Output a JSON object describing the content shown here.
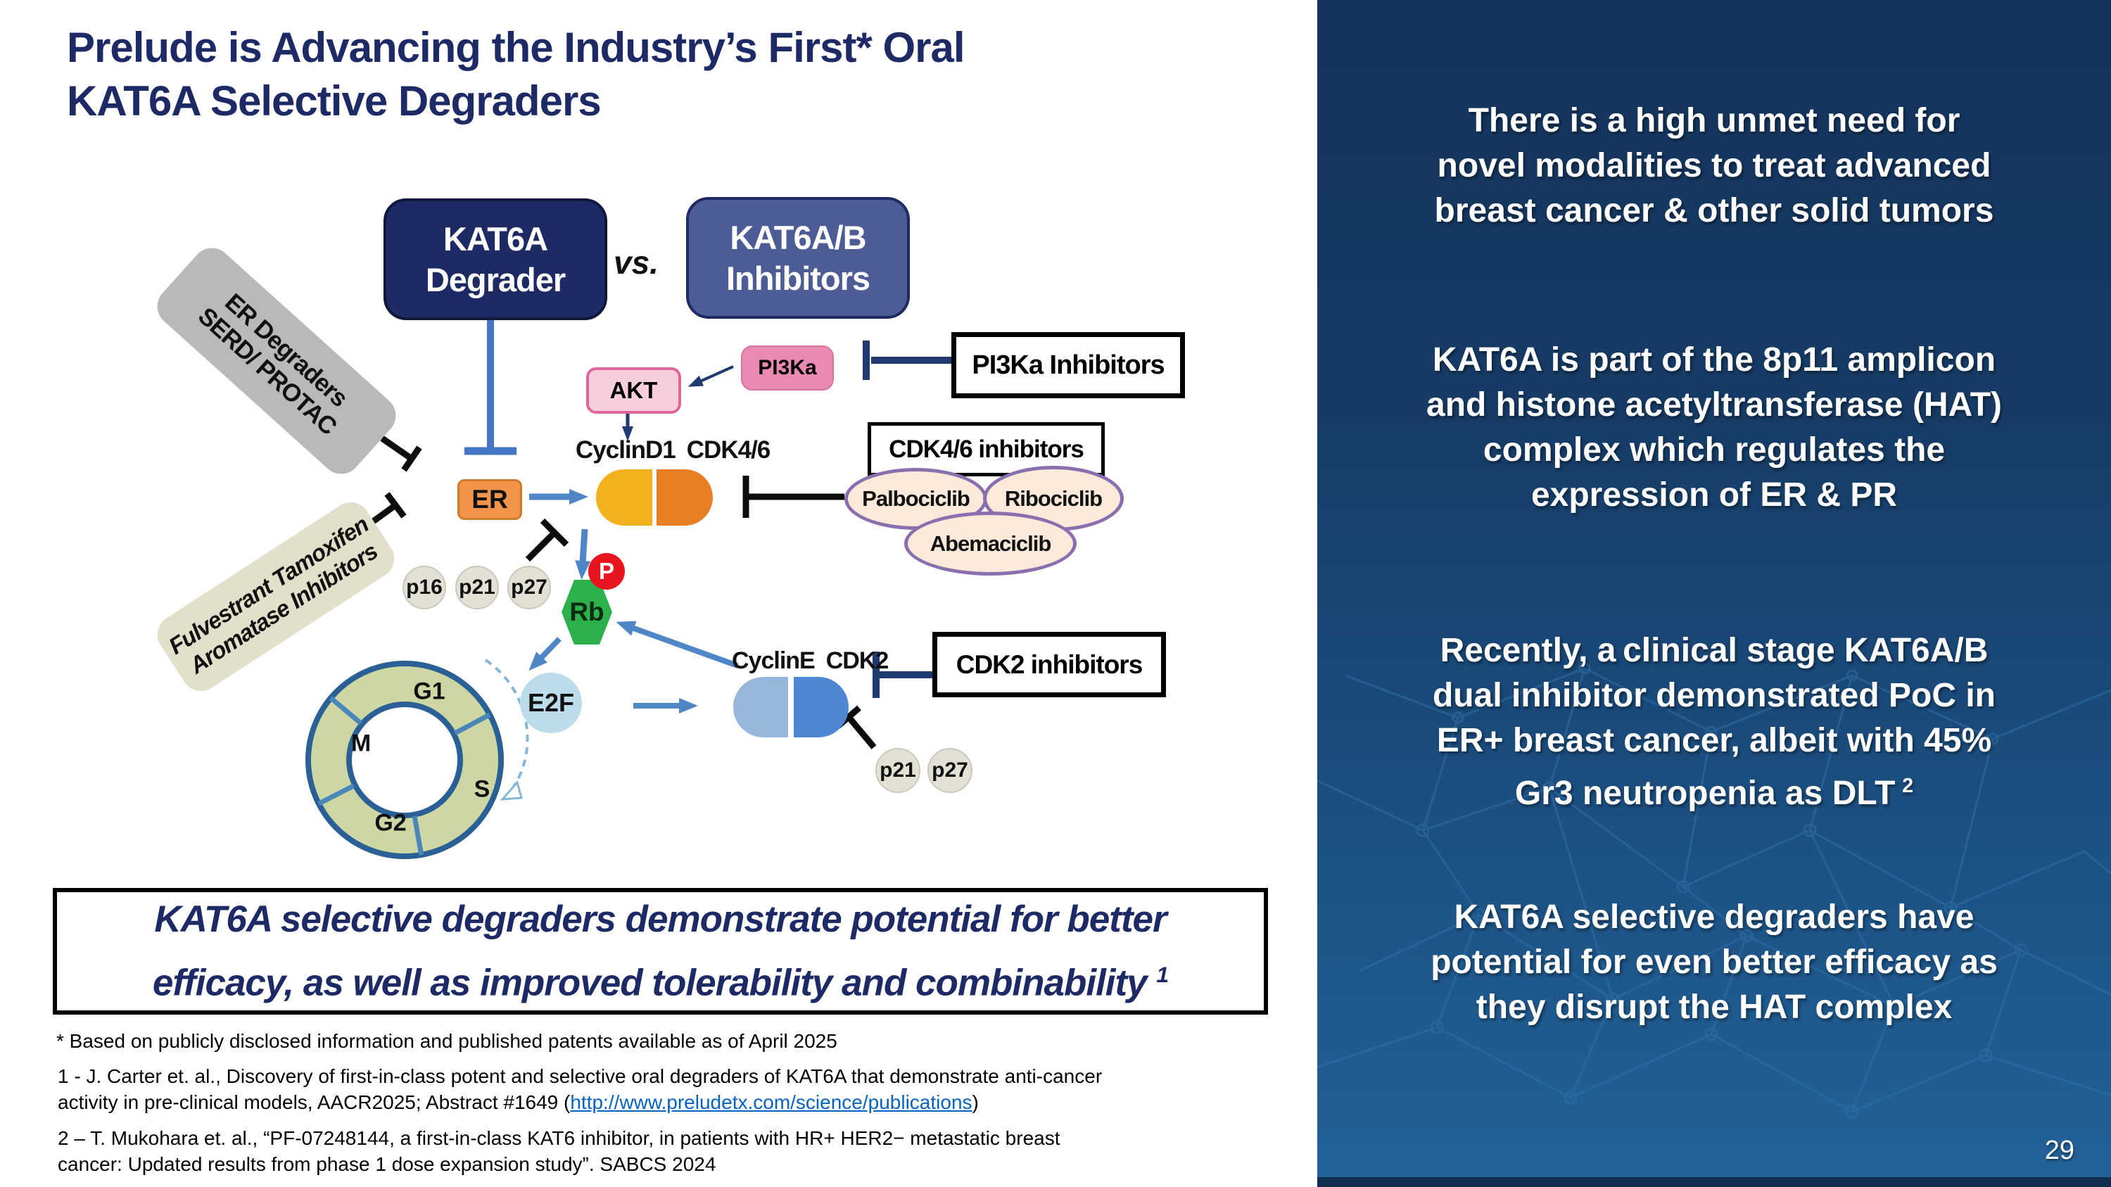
{
  "title": [
    "Prelude is Advancing the Industry’s First* Oral",
    "KAT6A Selective Degraders"
  ],
  "colors": {
    "accent_navy": "#1e2a66",
    "degrader_box": "#1e2a63",
    "inhibitor_box": "#4d5c95",
    "panel_top": "#14335b",
    "panel_bottom": "#226299",
    "link_blue": "#0563c1"
  },
  "diagram": {
    "degrader": [
      "KAT6A",
      "Degrader"
    ],
    "vs": "vs.",
    "dual_inhibitor": [
      "KAT6A/B",
      "Inhibitors"
    ],
    "er_degraders": [
      "ER Degraders",
      "SERD/ PROTAC"
    ],
    "endocrine": [
      "Fulvestrant Tamoxifen",
      "Aromatase Inhibitors"
    ],
    "akt": "AKT",
    "pi3ka": "PI3Ka",
    "pi3ka_inhibitors": "PI3Ka Inhibitors",
    "cyclind1": "CyclinD1",
    "cdk46": "CDK4/6",
    "er": "ER",
    "cdk46_inhibitors": "CDK4/6 inhibitors",
    "palbociclib": "Palbociclib",
    "ribociclib": "Ribociclib",
    "abemaciclib": "Abemaciclib",
    "p16": "p16",
    "p21": "p21",
    "p27": "p27",
    "rb": "Rb",
    "phospho": "P",
    "e2f": "E2F",
    "cycline": "CyclinE",
    "cdk2": "CDK2",
    "cdk2_inhibitors": "CDK2 inhibitors",
    "cycle": {
      "g1": "G1",
      "m": "M",
      "s": "S",
      "g2": "G2"
    }
  },
  "key_message": {
    "line1": "KAT6A selective degraders demonstrate potential for better",
    "line2": "efficacy, as well as improved tolerability and combinability",
    "sup": "1"
  },
  "footnotes": {
    "star": "* Based on publicly disclosed information and published patents available as of April 2025",
    "ref1_line1": "1 - J. Carter et. al., Discovery of first-in-class potent and selective oral degraders of KAT6A that demonstrate anti-cancer",
    "ref1_line2_pre": "activity in pre-clinical models, AACR2025; Abstract #1649 (",
    "ref1_link": "http://www.preludetx.com/science/publications",
    "ref1_line2_post": ")",
    "ref2_line1": "2 – T. Mukohara et. al., “PF-07248144, a first-in-class KAT6 inhibitor, in patients with HR+ HER2− metastatic breast",
    "ref2_line2": "cancer: Updated results from phase 1 dose expansion study”. SABCS 2024"
  },
  "right": {
    "b1": [
      "There is a high unmet need for",
      "novel modalities to treat advanced",
      "breast cancer & other solid tumors"
    ],
    "b2": [
      "KAT6A is part of the 8p11 amplicon",
      "and histone acetyltransferase (HAT)",
      "complex which regulates the",
      "expression of ER & PR"
    ],
    "b3": [
      "Recently, a clinical stage KAT6A/B",
      "dual inhibitor demonstrated PoC in",
      "ER+ breast cancer, albeit with 45%",
      "Gr3 neutropenia as DLT"
    ],
    "b3_sup": "2",
    "b4": [
      "KAT6A selective degraders have",
      "potential for even better efficacy as",
      "they disrupt the HAT complex"
    ],
    "page": "29"
  }
}
